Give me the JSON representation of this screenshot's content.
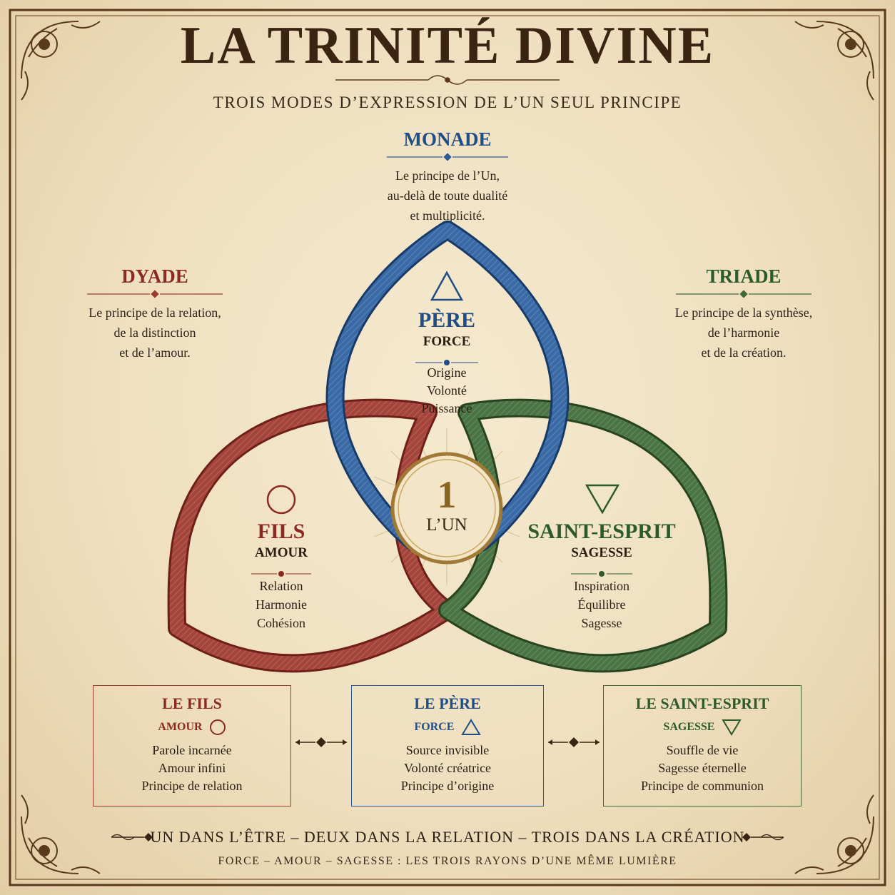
{
  "header": {
    "title": "LA TRINITÉ DIVINE",
    "subtitle": "TROIS MODES D’EXPRESSION DE L’UN SEUL PRINCIPE"
  },
  "monade": {
    "title": "MONADE",
    "lines": [
      "Le principe de l’Un,",
      "au-delà de toute dualité",
      "et multiplicité."
    ]
  },
  "dyade": {
    "title": "DYADE",
    "lines": [
      "Le principe de la relation,",
      "de la distinction",
      "et de l’amour."
    ]
  },
  "triade": {
    "title": "TRIADE",
    "lines": [
      "Le principe de la synthèse,",
      "de l’harmonie",
      "et de la création."
    ]
  },
  "pere": {
    "name": "PÈRE",
    "attribute": "FORCE",
    "words": [
      "Origine",
      "Volonté",
      "Puissance"
    ]
  },
  "fils": {
    "name": "FILS",
    "attribute": "AMOUR",
    "words": [
      "Relation",
      "Harmonie",
      "Cohésion"
    ]
  },
  "esprit": {
    "name": "SAINT-ESPRIT",
    "attribute": "SAGESSE",
    "words": [
      "Inspiration",
      "Équilibre",
      "Sagesse"
    ]
  },
  "center": {
    "number": "1",
    "label": "L’UN"
  },
  "cards": {
    "fils": {
      "title": "LE FILS",
      "attribute": "AMOUR",
      "lines": [
        "Parole incarnée",
        "Amour infini",
        "Principe de relation"
      ]
    },
    "pere": {
      "title": "LE PÈRE",
      "attribute": "FORCE",
      "lines": [
        "Source invisible",
        "Volonté créatrice",
        "Principe d’origine"
      ]
    },
    "esprit": {
      "title": "LE SAINT-ESPRIT",
      "attribute": "SAGESSE",
      "lines": [
        "Souffle de vie",
        "Sagesse éternelle",
        "Principe de communion"
      ]
    }
  },
  "footer": {
    "line1": "UN DANS L’ÊTRE – DEUX DANS LA RELATION – TROIS DANS LA CRÉATION",
    "line2": "FORCE – AMOUR – SAGESSE : LES TROIS RAYONS D’UNE MÊME LUMIÈRE"
  },
  "colors": {
    "blue": "#2a5a96",
    "red": "#9e3a30",
    "green": "#3f6a3a",
    "gold": "#a07a35",
    "brown": "#3b2412"
  },
  "icons": {
    "pere": "triangle-up-icon",
    "fils": "circle-icon",
    "esprit": "triangle-down-icon"
  }
}
